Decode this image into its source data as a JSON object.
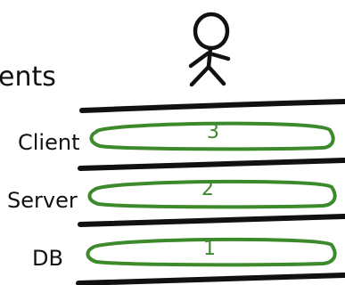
{
  "header": {
    "title_fragment": "ents"
  },
  "layers": [
    {
      "label": "Client",
      "count": "3"
    },
    {
      "label": "Server",
      "count": "2"
    },
    {
      "label": "DB",
      "count": "1"
    }
  ],
  "colors": {
    "ink": "#111111",
    "accent": "#3d8a2c"
  },
  "icons": [
    "stick-figure-icon"
  ]
}
